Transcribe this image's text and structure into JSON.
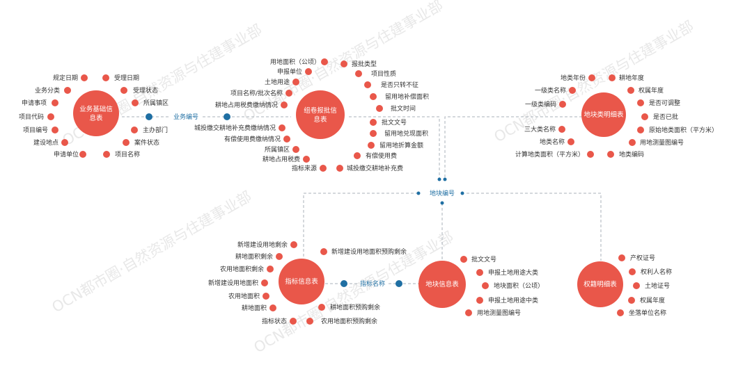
{
  "colors": {
    "hub": "#e9574a",
    "item": "#e9574a",
    "key": "#1f6fa3",
    "connector": "#aab2ba"
  },
  "watermarks": [
    {
      "id": "wm1",
      "text": "OCN都市圈·自然资源与住建事业部"
    },
    {
      "id": "wm2",
      "text": "OCN都市圈·自然资源与住建事业部"
    },
    {
      "id": "wm3",
      "text": "OCN都市圈·自然资源与住建事业部"
    },
    {
      "id": "wm4",
      "text": "OCN都市圈·自然资源与住建事业部"
    },
    {
      "id": "wm5",
      "text": "OCN都市圈·自然资源与住建事业部"
    }
  ],
  "hubs": [
    {
      "id": "h1",
      "line1": "业务基础信",
      "line2": "息表"
    },
    {
      "id": "h2",
      "line1": "组卷报批信",
      "line2": "息表"
    },
    {
      "id": "h3",
      "line1": "地块类明细表",
      "line2": ""
    },
    {
      "id": "h4",
      "line1": "指标信息表",
      "line2": ""
    },
    {
      "id": "h5",
      "line1": "地块信息表",
      "line2": ""
    },
    {
      "id": "h6",
      "line1": "权籍明细表",
      "line2": ""
    }
  ],
  "keys": [
    {
      "id": "k1",
      "label": "业务编号"
    },
    {
      "id": "k2",
      "label": "地块编号"
    },
    {
      "id": "k3",
      "label": "指标名称"
    }
  ],
  "items": [
    {
      "id": "i1",
      "label": "规定日期"
    },
    {
      "id": "i2",
      "label": "受理日期"
    },
    {
      "id": "i3",
      "label": "业务分类"
    },
    {
      "id": "i4",
      "label": "受理状态"
    },
    {
      "id": "i5",
      "label": "申请事项"
    },
    {
      "id": "i6",
      "label": "所属镇区"
    },
    {
      "id": "i7",
      "label": "项目代码"
    },
    {
      "id": "i8",
      "label": "项目编号"
    },
    {
      "id": "i9",
      "label": "主办部门"
    },
    {
      "id": "i10",
      "label": "建设地点"
    },
    {
      "id": "i11",
      "label": "案件状态"
    },
    {
      "id": "i12",
      "label": "申请单位"
    },
    {
      "id": "i13",
      "label": "项目名称"
    },
    {
      "id": "i14",
      "label": "用地面积（公顷）"
    },
    {
      "id": "i15",
      "label": "报批类型"
    },
    {
      "id": "i16",
      "label": "申报单位"
    },
    {
      "id": "i17",
      "label": "项目性质"
    },
    {
      "id": "i18",
      "label": "土地用途"
    },
    {
      "id": "i19",
      "label": "是否只转不征"
    },
    {
      "id": "i20",
      "label": "项目名称/批次名称"
    },
    {
      "id": "i21",
      "label": "留用地补偿面积"
    },
    {
      "id": "i22",
      "label": "耕地占用税费缴纳情况"
    },
    {
      "id": "i23",
      "label": "批文时间"
    },
    {
      "id": "i24",
      "label": "批文文号"
    },
    {
      "id": "i25",
      "label": "城投缴交耕地补充费缴纳情况"
    },
    {
      "id": "i26",
      "label": "留用地兑现面积"
    },
    {
      "id": "i27",
      "label": "有偿使用费缴纳情况"
    },
    {
      "id": "i28",
      "label": "留用地折算金额"
    },
    {
      "id": "i29",
      "label": "所属镇区"
    },
    {
      "id": "i30",
      "label": "有偿使用费"
    },
    {
      "id": "i31",
      "label": "耕地占用税费"
    },
    {
      "id": "i32",
      "label": "指标来源"
    },
    {
      "id": "i33",
      "label": "城投缴交耕地补充费"
    },
    {
      "id": "i34",
      "label": "地类年份"
    },
    {
      "id": "i35",
      "label": "耕地年度"
    },
    {
      "id": "i36",
      "label": "一级类名称"
    },
    {
      "id": "i37",
      "label": "权属年度"
    },
    {
      "id": "i38",
      "label": "一级类编码"
    },
    {
      "id": "i39",
      "label": "是否可调整"
    },
    {
      "id": "i40",
      "label": "是否已批"
    },
    {
      "id": "i41",
      "label": "三大类名称"
    },
    {
      "id": "i42",
      "label": "原始地类面积（平方米）"
    },
    {
      "id": "i43",
      "label": "地类名称"
    },
    {
      "id": "i44",
      "label": "用地测量图编号"
    },
    {
      "id": "i45",
      "label": "计算地类面积（平方米）"
    },
    {
      "id": "i46",
      "label": "地类编码"
    },
    {
      "id": "i47",
      "label": "新增建设用地剩余"
    },
    {
      "id": "i48",
      "label": "耕地面积剩余"
    },
    {
      "id": "i49",
      "label": "新增建设用地面积预购剩余"
    },
    {
      "id": "i50",
      "label": "农用地面积剩余"
    },
    {
      "id": "i51",
      "label": "新增建设用地面积"
    },
    {
      "id": "i52",
      "label": "农用地面积"
    },
    {
      "id": "i53",
      "label": "耕地面积"
    },
    {
      "id": "i54",
      "label": "耕地面积预购剩余"
    },
    {
      "id": "i55",
      "label": "指标状态"
    },
    {
      "id": "i56",
      "label": "农用地面积预购剩余"
    },
    {
      "id": "i57",
      "label": "批文文号"
    },
    {
      "id": "i58",
      "label": "申报土地用途大类"
    },
    {
      "id": "i59",
      "label": "地块面积（公顷）"
    },
    {
      "id": "i60",
      "label": "申报土地用途中类"
    },
    {
      "id": "i61",
      "label": "用地测量图编号"
    },
    {
      "id": "i62",
      "label": "产权证号"
    },
    {
      "id": "i63",
      "label": "权利人名称"
    },
    {
      "id": "i64",
      "label": "土地证号"
    },
    {
      "id": "i65",
      "label": "权属年度"
    },
    {
      "id": "i66",
      "label": "坐落单位名称"
    }
  ]
}
